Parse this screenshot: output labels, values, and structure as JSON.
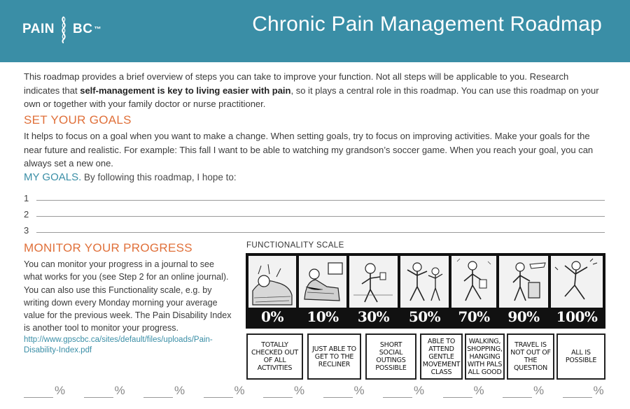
{
  "header": {
    "logo_left": "PAIN",
    "logo_right": "BC",
    "logo_tm": "™",
    "title": "Chronic Pain Management Roadmap",
    "color": "#3a8ea6"
  },
  "intro": {
    "part1": "This roadmap provides a brief overview of steps you can take to improve your function. Not all steps will be applicable to you. Research indicates that ",
    "bold": "self-management is key to living easier with pain",
    "part2": ", so it plays a central role in this roadmap. You can use this roadmap on your own or together with your family doctor or nurse practitioner."
  },
  "set_goals": {
    "heading": "SET YOUR GOALS",
    "text": "It helps to focus on a goal when you want to make a change. When setting goals, try to focus on improving activities.  Make your goals for the near future and realistic.  For example: This fall I want to be able to watching my grandson’s soccer game. When you reach your goal, you can always set a new one."
  },
  "my_goals": {
    "heading": "MY GOALS.",
    "intro": " By following this roadmap, I hope to:",
    "numbers": [
      "1",
      "2",
      "3"
    ]
  },
  "monitor": {
    "heading": "MONITOR YOUR PROGRESS",
    "text": "You can monitor your progress in a journal to see what works for you (see Step 2 for an online journal). You can also use this Functionality scale, e.g. by writing down every Monday morning your average value for the previous week. The Pain Disability Index is another tool to monitor your progress.",
    "link": "http://www.gpscbc.ca/sites/default/files/uploads/Pain-Disability-Index.pdf"
  },
  "scale": {
    "title": "FUNCTIONALITY SCALE",
    "levels": [
      "0%",
      "10%",
      "30%",
      "50%",
      "70%",
      "90%",
      "100%"
    ],
    "descriptions": [
      "Totally checked out of all activities",
      "Just able to get to the recliner",
      "Short social outings possible",
      "Able to attend gentle movement class",
      "Walking, shopping, hanging with pals all good",
      "Travel is not out of the question",
      "All is possible"
    ]
  },
  "weekly": {
    "symbol": "%",
    "count": 10
  },
  "colors": {
    "accent_orange": "#e0703a",
    "accent_blue": "#3a8ea6"
  }
}
